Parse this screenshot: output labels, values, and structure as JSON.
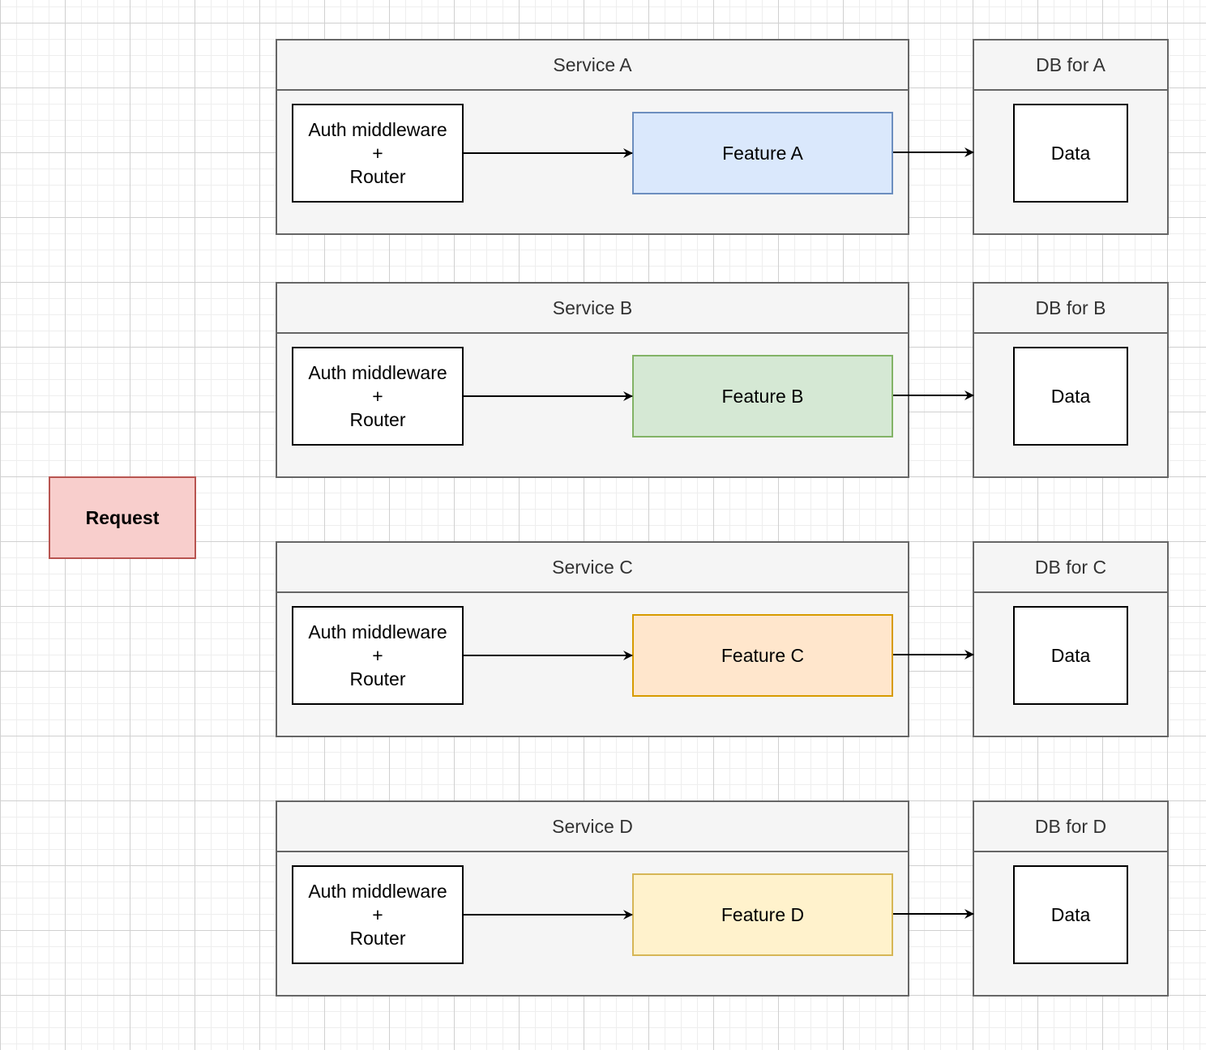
{
  "request": {
    "label": "Request",
    "fill": "#f8cecc",
    "stroke": "#b85450"
  },
  "services": [
    {
      "title": "Service A",
      "auth_lines": [
        "Auth middleware",
        "+",
        "Router"
      ],
      "feature": {
        "label": "Feature A",
        "fill": "#dae8fc",
        "stroke": "#6c8ebf"
      },
      "db": {
        "title": "DB for A",
        "data_label": "Data"
      }
    },
    {
      "title": "Service B",
      "auth_lines": [
        "Auth middleware",
        "+",
        "Router"
      ],
      "feature": {
        "label": "Feature B",
        "fill": "#d5e8d4",
        "stroke": "#82b366"
      },
      "db": {
        "title": "DB for B",
        "data_label": "Data"
      }
    },
    {
      "title": "Service C",
      "auth_lines": [
        "Auth middleware",
        "+",
        "Router"
      ],
      "feature": {
        "label": "Feature C",
        "fill": "#ffe6cc",
        "stroke": "#d79b00"
      },
      "db": {
        "title": "DB for C",
        "data_label": "Data"
      }
    },
    {
      "title": "Service D",
      "auth_lines": [
        "Auth middleware",
        "+",
        "Router"
      ],
      "feature": {
        "label": "Feature D",
        "fill": "#fff2cc",
        "stroke": "#d6b656"
      },
      "db": {
        "title": "DB for D",
        "data_label": "Data"
      }
    }
  ]
}
